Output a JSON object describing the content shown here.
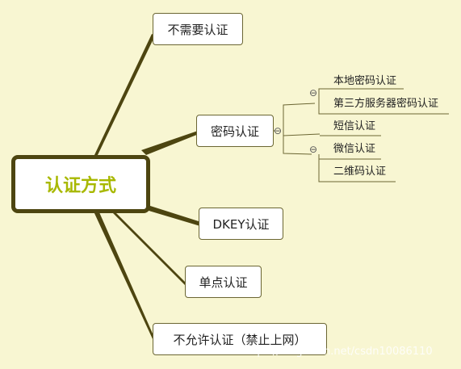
{
  "root": {
    "label": "认证方式"
  },
  "branches": [
    {
      "label": "不需要认证"
    },
    {
      "label": "密码认证"
    },
    {
      "label": "DKEY认证"
    },
    {
      "label": "单点认证"
    },
    {
      "label": "不允许认证（禁止上网）"
    }
  ],
  "password_children": {
    "group1": [
      "本地密码认证",
      "第三方服务器密码认证"
    ],
    "sms": "短信认证",
    "group2": [
      "微信认证",
      "二维码认证"
    ]
  },
  "collapse_symbol": "⊖",
  "watermark": "https://blog.csdn.net/csdn10086110",
  "colors": {
    "background": "#f8f6d2",
    "branch_line": "#4d4510",
    "root_text": "#a8b800"
  }
}
